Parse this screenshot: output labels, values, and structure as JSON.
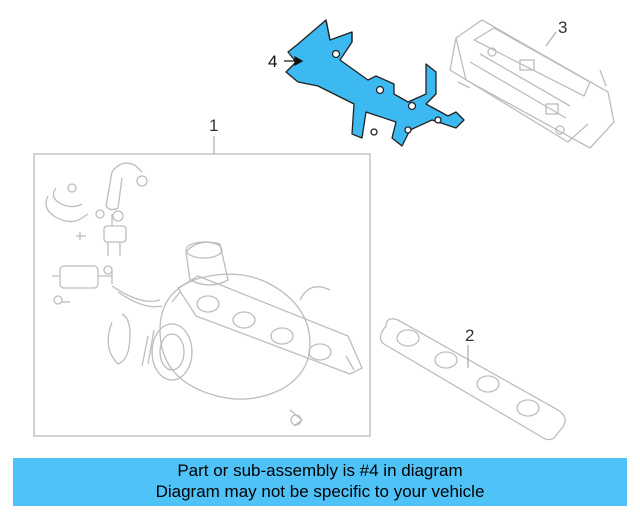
{
  "callouts": {
    "c1": "1",
    "c2": "2",
    "c3": "3",
    "c4": "4"
  },
  "banner": {
    "line1": "Part or sub-assembly is #4 in diagram",
    "line2": "Diagram may not be specific to your vehicle"
  },
  "colors": {
    "highlight": "#3cb9f0",
    "banner": "#4fc3f7",
    "line": "#aaaaaa"
  }
}
